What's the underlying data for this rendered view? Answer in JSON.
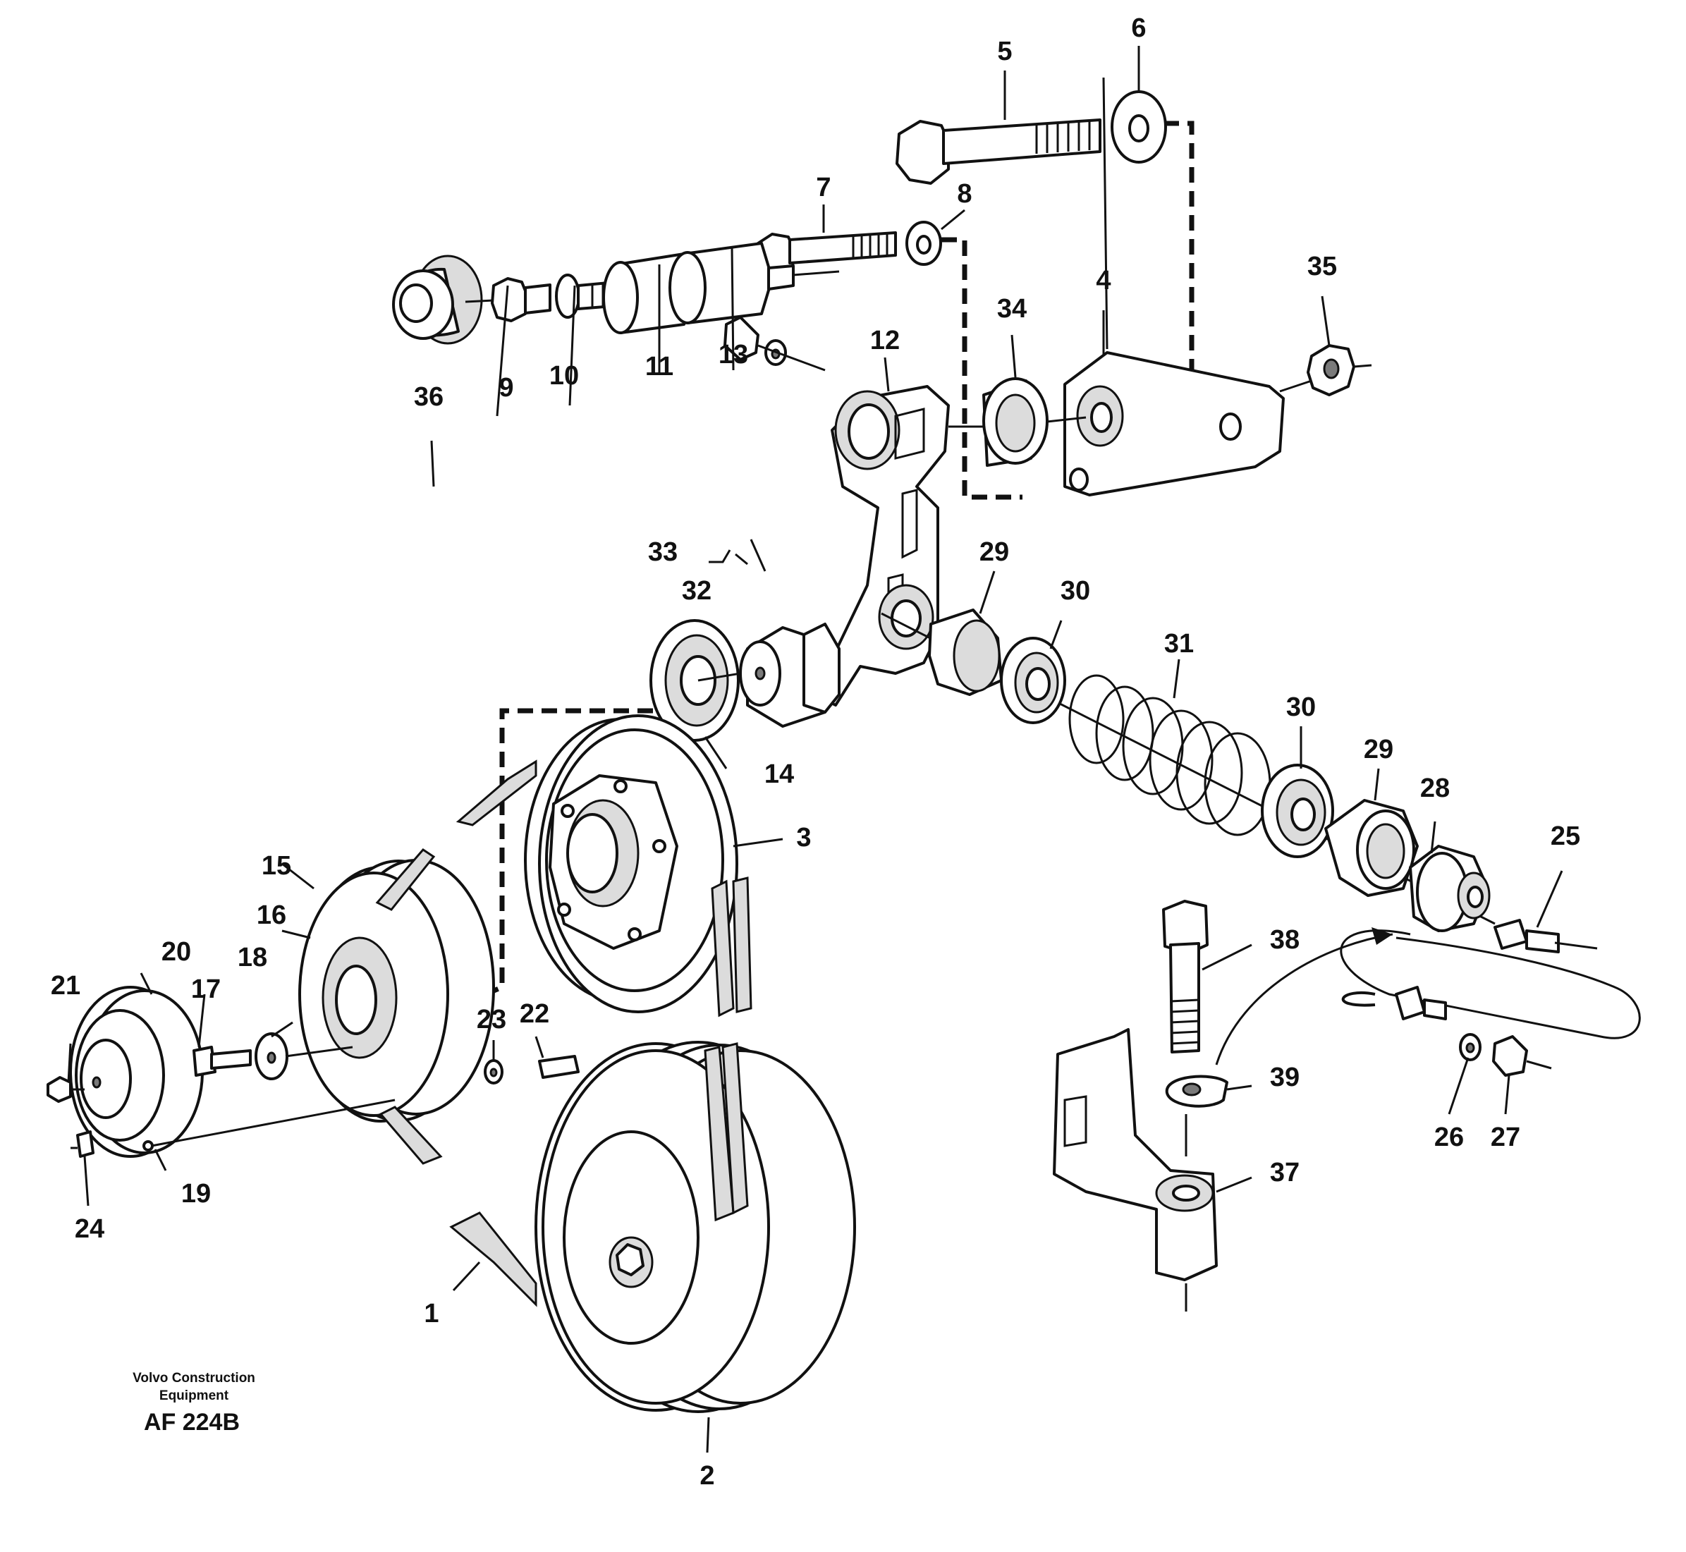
{
  "diagram": {
    "callouts": [
      "1",
      "2",
      "3",
      "4",
      "5",
      "6",
      "7",
      "8",
      "9",
      "10",
      "11",
      "12",
      "13",
      "14",
      "15",
      "16",
      "17",
      "18",
      "19",
      "20",
      "21",
      "22",
      "23",
      "24",
      "25",
      "26",
      "27",
      "28",
      "29",
      "29",
      "30",
      "30",
      "31",
      "32",
      "33",
      "34",
      "35",
      "36",
      "37",
      "38",
      "39"
    ],
    "credit_line1": "Volvo Construction",
    "credit_line2": "Equipment",
    "figure_code": "AF 224B"
  }
}
